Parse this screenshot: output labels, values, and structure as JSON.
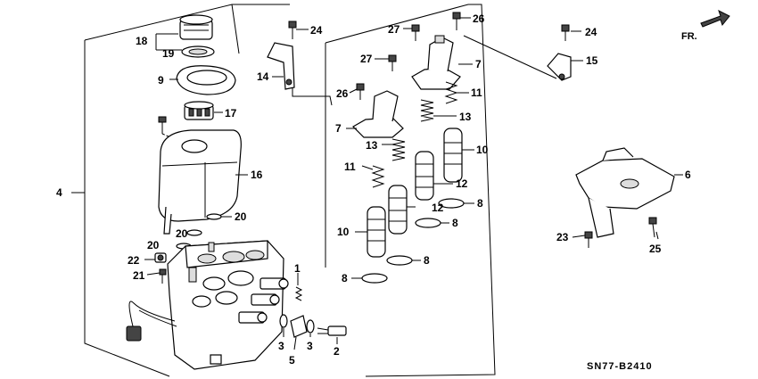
{
  "diagram": {
    "code": "SN77-B2410",
    "direction": "FR.",
    "callouts": [
      "1",
      "2",
      "3",
      "3",
      "4",
      "5",
      "6",
      "7",
      "7",
      "8",
      "8",
      "8",
      "8",
      "9",
      "10",
      "10",
      "11",
      "11",
      "12",
      "12",
      "13",
      "13",
      "14",
      "15",
      "16",
      "17",
      "18",
      "19",
      "20",
      "20",
      "20",
      "21",
      "22",
      "23",
      "24",
      "24",
      "25",
      "26",
      "26",
      "27",
      "27"
    ]
  }
}
